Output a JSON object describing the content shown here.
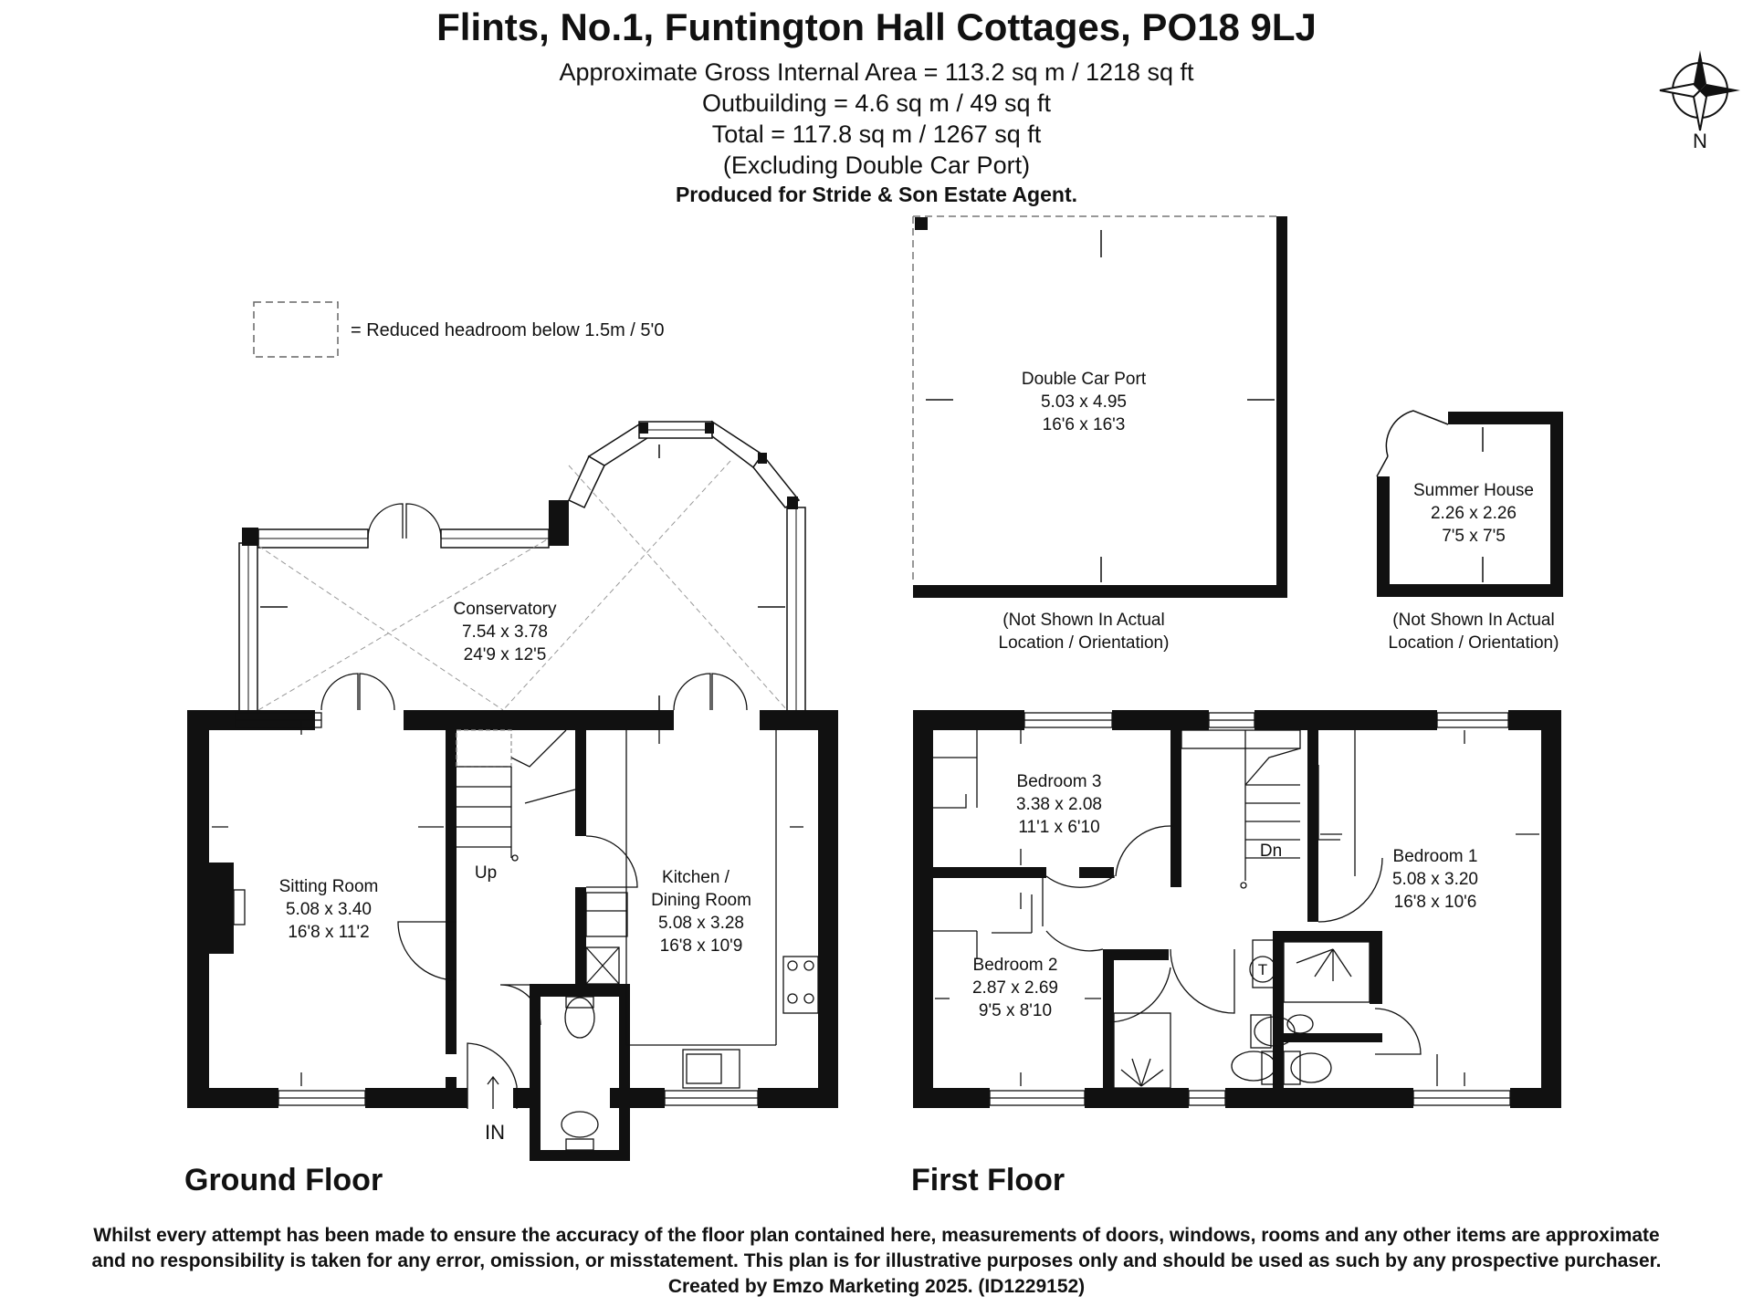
{
  "header": {
    "title": "Flints, No.1, Funtington Hall Cottages, PO18 9LJ",
    "gross_area": "Approximate Gross Internal Area = 113.2 sq m / 1218 sq ft",
    "outbuilding": "Outbuilding = 4.6 sq m / 49 sq ft",
    "total": "Total = 117.8 sq m / 1267 sq ft",
    "excluding": "(Excluding Double Car Port)",
    "produced": "Produced for Stride & Son Estate Agent."
  },
  "compass": {
    "label": "N"
  },
  "legend": {
    "text": "= Reduced headroom below 1.5m / 5'0"
  },
  "rooms": {
    "car_port": {
      "name": "Double Car Port",
      "metric": "5.03 x 4.95",
      "imperial": "16'6 x 16'3"
    },
    "summer_house": {
      "name": "Summer House",
      "metric": "2.26 x 2.26",
      "imperial": "7'5 x 7'5"
    },
    "conservatory": {
      "name": "Conservatory",
      "metric": "7.54 x 3.78",
      "imperial": "24'9 x 12'5"
    },
    "sitting_room": {
      "name": "Sitting Room",
      "metric": "5.08 x 3.40",
      "imperial": "16'8 x 11'2"
    },
    "kitchen": {
      "name1": "Kitchen /",
      "name2": "Dining Room",
      "metric": "5.08 x 3.28",
      "imperial": "16'8 x 10'9"
    },
    "bedroom3": {
      "name": "Bedroom 3",
      "metric": "3.38 x 2.08",
      "imperial": "11'1 x 6'10"
    },
    "bedroom2": {
      "name": "Bedroom 2",
      "metric": "2.87 x 2.69",
      "imperial": "9'5 x 8'10"
    },
    "bedroom1": {
      "name": "Bedroom 1",
      "metric": "5.08 x 3.20",
      "imperial": "16'8 x 10'6"
    }
  },
  "notes": {
    "not_shown_1": "(Not Shown In Actual",
    "not_shown_2": "Location / Orientation)"
  },
  "marks": {
    "up": "Up",
    "dn": "Dn",
    "in": "IN",
    "tank": "T"
  },
  "floors": {
    "ground": "Ground Floor",
    "first": "First Floor"
  },
  "footer": {
    "line1": "Whilst every attempt has been made to ensure the accuracy of the floor plan contained here, measurements of doors, windows, rooms and any other items are approximate",
    "line2": "and no responsibility is taken for any error, omission, or misstatement. This plan is for illustrative purposes only and should be used as such by any prospective purchaser.",
    "line3": "Created by Emzo Marketing 2025. (ID1229152)"
  }
}
